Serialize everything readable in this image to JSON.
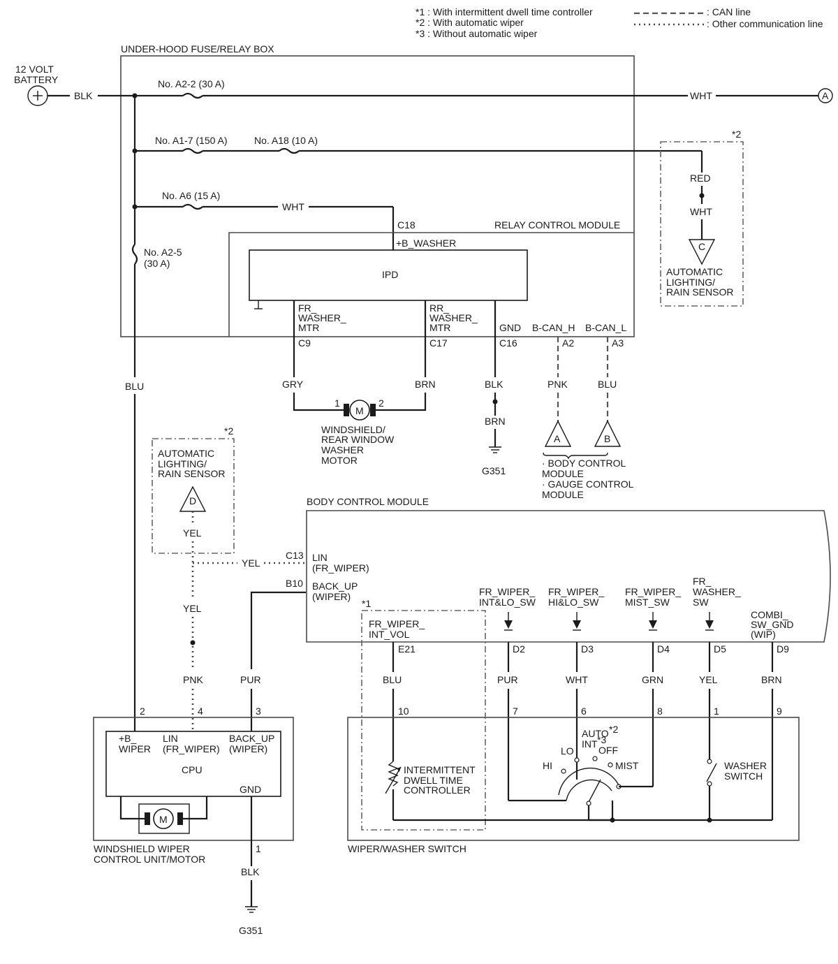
{
  "notes": {
    "n1": "*1 : With intermittent dwell time controller",
    "n2": "*2 : With automatic wiper",
    "n3": "*3 : Without automatic wiper",
    "can_line": ": CAN line",
    "other_line": ": Other communication line"
  },
  "battery": {
    "line1": "12 VOLT",
    "line2": "BATTERY",
    "wire": "BLK"
  },
  "fuse_box": {
    "title": "UNDER-HOOD FUSE/RELAY BOX",
    "fuse_a2_2": "No. A2-2 (30 A)",
    "fuse_a1_7": "No. A1-7 (150 A)",
    "fuse_a18": "No. A18 (10 A)",
    "fuse_a6": "No. A6 (15 A)",
    "fuse_a2_5": "No. A2-5",
    "fuse_a2_5_rating": "(30 A)",
    "wire_wht_top": "WHT",
    "wire_wht_a6": "WHT",
    "connector_a": "A"
  },
  "relay_module": {
    "title": "RELAY CONTROL MODULE",
    "c18": "C18",
    "b_washer": "+B_WASHER",
    "ipd": "IPD",
    "fr_washer": [
      "FR_",
      "WASHER_",
      "MTR"
    ],
    "rr_washer": [
      "RR_",
      "WASHER_",
      "MTR"
    ],
    "gnd": "GND",
    "bcan_h": "B-CAN_H",
    "bcan_l": "B-CAN_L",
    "c9": "C9",
    "c17": "C17",
    "c16": "C16",
    "a2": "A2",
    "a3": "A3"
  },
  "washer_motor": {
    "wire_left": "GRY",
    "wire_right": "BRN",
    "pin1": "1",
    "pin2": "2",
    "m": "M",
    "label": [
      "WINDSHIELD/",
      "REAR WINDOW",
      "WASHER",
      "MOTOR"
    ]
  },
  "ground_top": {
    "wire1": "BLK",
    "wire2": "BRN",
    "name": "G351"
  },
  "can_targets": {
    "pnk": "PNK",
    "blu": "BLU",
    "a": "A",
    "b": "B",
    "line1": "· BODY CONTROL",
    "line2": "MODULE",
    "line3": "· GAUGE CONTROL",
    "line4": "MODULE"
  },
  "rain_sensor_top": {
    "note": "*2",
    "red": "RED",
    "wht": "WHT",
    "conn": "C",
    "label": [
      "AUTOMATIC",
      "LIGHTING/",
      "RAIN SENSOR"
    ]
  },
  "rain_sensor_left": {
    "note": "*2",
    "label": [
      "AUTOMATIC",
      "LIGHTING/",
      "RAIN SENSOR"
    ],
    "conn": "D",
    "yel": "YEL"
  },
  "left_wires": {
    "blu": "BLU",
    "yel_mid": "YEL",
    "yel_h": "YEL",
    "pnk": "PNK",
    "pur": "PUR"
  },
  "bcm": {
    "title": "BODY CONTROL MODULE",
    "c13": "C13",
    "lin": "LIN",
    "lin_sub": "(FR_WIPER)",
    "b10": "B10",
    "backup": "BACK_UP",
    "backup_sub": "(WIPER)",
    "note1": "*1",
    "int_vol": [
      "FR_WIPER_",
      "INT_VOL"
    ],
    "int_lo": [
      "FR_WIPER_",
      "INT&LO_SW"
    ],
    "hi_lo": [
      "FR_WIPER_",
      "HI&LO_SW"
    ],
    "mist": [
      "FR_WIPER_",
      "MIST_SW"
    ],
    "washer": [
      "FR_",
      "WASHER_",
      "SW"
    ],
    "combi": [
      "COMBI_",
      "SW_GND",
      "(WIP)"
    ],
    "pins": [
      "E21",
      "D2",
      "D3",
      "D4",
      "D5",
      "D9"
    ],
    "wires": [
      "BLU",
      "PUR",
      "WHT",
      "GRN",
      "YEL",
      "BRN"
    ]
  },
  "wiper_switch": {
    "title": "WIPER/WASHER SWITCH",
    "pins": [
      "10",
      "7",
      "6",
      "8",
      "1",
      "9"
    ],
    "controller": [
      "INTERMITTENT",
      "DWELL TIME",
      "CONTROLLER"
    ],
    "hi": "HI",
    "lo": "LO",
    "auto": "AUTO",
    "auto_note": "*2",
    "int": "INT",
    "int_note": "*3",
    "off": "OFF",
    "mist": "MIST",
    "washer": [
      "WASHER",
      "SWITCH"
    ]
  },
  "wiper_motor": {
    "title": [
      "WINDSHIELD WIPER",
      "CONTROL UNIT/MOTOR"
    ],
    "pins": [
      "2",
      "4",
      "3"
    ],
    "b_wiper": [
      "+B_",
      "WIPER"
    ],
    "lin": [
      "LIN",
      "(FR_WIPER)"
    ],
    "backup": [
      "BACK_UP",
      "(WIPER)"
    ],
    "cpu": "CPU",
    "gnd": "GND",
    "m": "M",
    "pin_gnd": "1",
    "wire_gnd": "BLK",
    "ground": "G351"
  }
}
